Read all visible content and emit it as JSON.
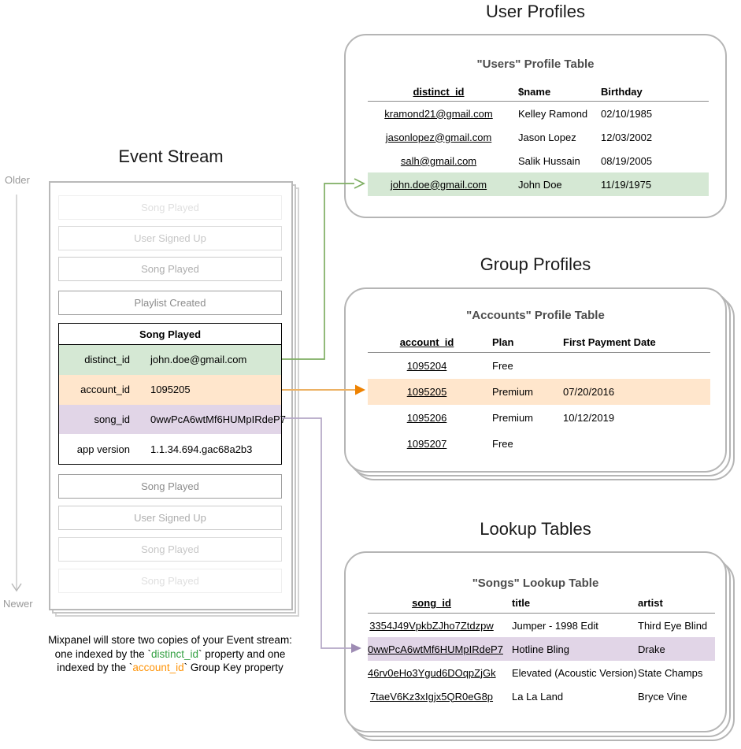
{
  "titles": {
    "event_stream": "Event Stream",
    "user_profiles": "User Profiles",
    "group_profiles": "Group Profiles",
    "lookup_tables": "Lookup Tables"
  },
  "timeline": {
    "older_label": "Older",
    "newer_label": "Newer"
  },
  "event_stream": {
    "events_before": [
      {
        "label": "Song Played"
      },
      {
        "label": "User Signed Up"
      },
      {
        "label": "Song Played"
      },
      {
        "label": "Playlist Created"
      }
    ],
    "focal_event": {
      "title": "Song Played",
      "properties": [
        {
          "key": "distinct_id",
          "value": "john.doe@gmail.com"
        },
        {
          "key": "account_id",
          "value": "1095205"
        },
        {
          "key": "song_id",
          "value": "0wwPcA6wtMf6HUMpIRdeP7"
        },
        {
          "key": "app version",
          "value": "1.1.34.694.gac68a2b3"
        }
      ]
    },
    "events_after": [
      {
        "label": "Song Played"
      },
      {
        "label": "User Signed Up"
      },
      {
        "label": "Song Played"
      },
      {
        "label": "Song Played"
      }
    ]
  },
  "users_table": {
    "title": "\"Users\" Profile Table",
    "columns": [
      "distinct_id",
      "$name",
      "Birthday"
    ],
    "rows": [
      [
        "kramond21@gmail.com",
        "Kelley Ramond",
        "02/10/1985"
      ],
      [
        "jasonlopez@gmail.com",
        "Jason Lopez",
        "12/03/2002"
      ],
      [
        "salh@gmail.com",
        "Salik Hussain",
        "08/19/2005"
      ],
      [
        "john.doe@gmail.com",
        "John Doe",
        "11/19/1975"
      ]
    ],
    "highlighted_row_index": 3
  },
  "accounts_table": {
    "title": "\"Accounts\" Profile Table",
    "columns": [
      "account_id",
      "Plan",
      "First Payment Date"
    ],
    "rows": [
      [
        "1095204",
        "Free",
        ""
      ],
      [
        "1095205",
        "Premium",
        "07/20/2016"
      ],
      [
        "1095206",
        "Premium",
        "10/12/2019"
      ],
      [
        "1095207",
        "Free",
        ""
      ]
    ],
    "highlighted_row_index": 1
  },
  "songs_table": {
    "title": "\"Songs\" Lookup Table",
    "columns": [
      "song_id",
      "title",
      "artist"
    ],
    "rows": [
      [
        "3354J49VpkbZJho7Ztdzpw",
        "Jumper - 1998 Edit",
        "Third Eye Blind"
      ],
      [
        "0wwPcA6wtMf6HUMpIRdeP7",
        "Hotline Bling",
        "Drake"
      ],
      [
        "46rv0eHo3Ygud6DOqpZjGk",
        "Elevated (Acoustic Version)",
        "State Champs"
      ],
      [
        "7taeV6Kz3xIgjx5QR0eG8p",
        "La La Land",
        "Bryce Vine"
      ]
    ],
    "highlighted_row_index": 1
  },
  "caption": {
    "line1": "Mixpanel will store two copies of your Event stream:",
    "line2": {
      "pre": "one indexed by the `",
      "code": "distinct_id",
      "post": "` property and one"
    },
    "line3": {
      "pre": "indexed by the `",
      "code": "account_id",
      "post": "` Group Key property"
    }
  },
  "colors": {
    "green_highlight": "#d5e8d4",
    "orange_highlight": "#ffe6cc",
    "purple_highlight": "#e1d5e7",
    "green_accent": "#33a042",
    "orange_accent": "#ff9408",
    "green_arrow": "#7fae63",
    "orange_arrow": "#ee8201",
    "purple_arrow": "#9e8cb4"
  }
}
